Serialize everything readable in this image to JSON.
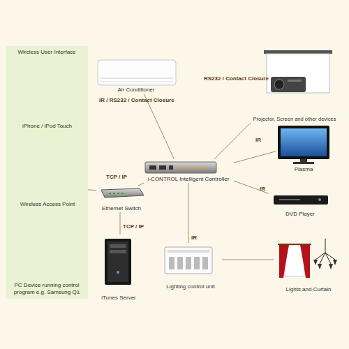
{
  "diagram": {
    "nodes": [
      {
        "text": [
          "Wireless User Interface"
        ]
      },
      {
        "text": [
          "iPhone / iPod Touch"
        ],
        "in": 0
      },
      {
        "text": [
          "Air Conditioner"
        ]
      },
      {
        "text": [
          "Projector, Screen and other devices"
        ]
      },
      {
        "text": [
          "i-CONTROL Intelligent Controller"
        ]
      },
      {
        "text": [
          "Plasma"
        ]
      },
      {
        "text": [
          "Wireless Access Point"
        ],
        "in": 0
      },
      {
        "text": [
          "Ethernet Switch"
        ]
      },
      {
        "text": [
          "DVD Player"
        ]
      },
      {
        "text": [
          "PC Device running control program e.g. Samsung Q1"
        ],
        "in": 0
      },
      {
        "text": [
          "iTunes Server"
        ]
      },
      {
        "text": [
          "Lighting control unit"
        ]
      },
      {
        "text": [
          "Lights and Curtain"
        ]
      }
    ],
    "edges": [
      {
        "from": 2,
        "to": 4,
        "label": "IR / RS232 / Contact Closure",
        "arrow": "none"
      },
      {
        "from": 4,
        "to": 3,
        "label": "RS232 / Contact Closure",
        "arrow": "none"
      },
      {
        "from": 4,
        "to": 5,
        "label": "IR",
        "arrow": "none"
      },
      {
        "from": 4,
        "to": 8,
        "label": "IR",
        "arrow": "none"
      },
      {
        "from": 4,
        "to": 11,
        "label": "IR",
        "arrow": "none"
      },
      {
        "from": 11,
        "to": 12,
        "arrow": "none"
      },
      {
        "from": 7,
        "to": 4,
        "label": "TCP / IP",
        "arrow": "none"
      },
      {
        "from": 6,
        "to": 7,
        "arrow": "none"
      },
      {
        "from": 7,
        "to": 10,
        "label": "TCP / IP",
        "arrow": "none"
      }
    ]
  }
}
